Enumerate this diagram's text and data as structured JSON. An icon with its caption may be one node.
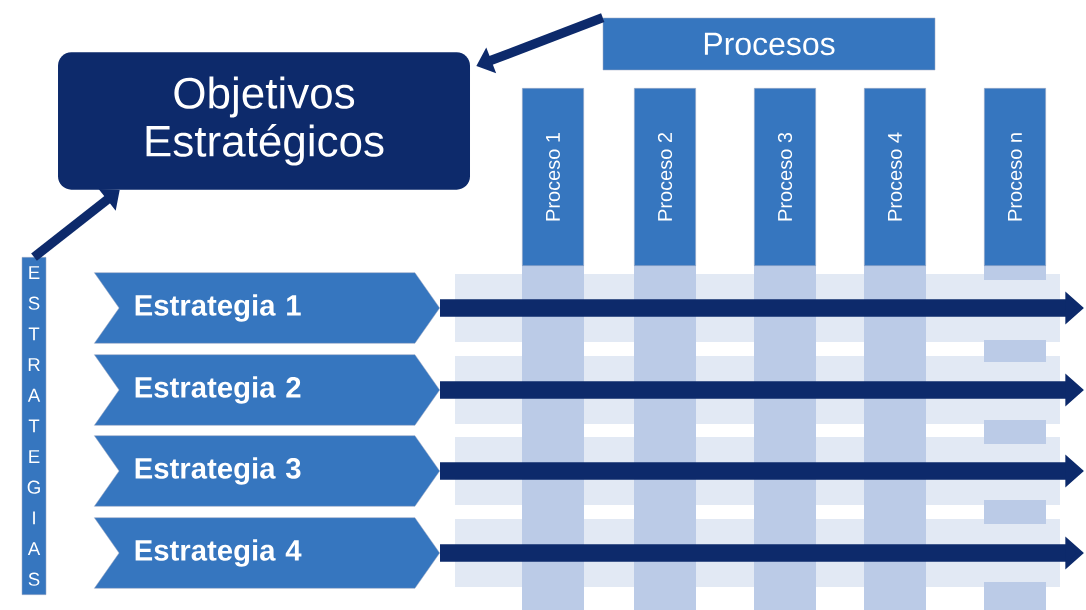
{
  "diagram": {
    "nodes": [
      {
        "text": [
          "Objetivos Estratégicos"
        ]
      },
      {
        "text": [
          "Procesos"
        ]
      },
      {
        "text": [
          "Proceso 1"
        ]
      },
      {
        "text": [
          "Proceso 2"
        ]
      },
      {
        "text": [
          "Proceso 3"
        ]
      },
      {
        "text": [
          "Proceso 4"
        ]
      },
      {
        "text": [
          "Proceso n"
        ]
      },
      {
        "text": [
          "ESTRATEGIAS"
        ]
      },
      {
        "text": [
          "Estrategia 1"
        ]
      },
      {
        "text": [
          "Estrategia 2"
        ]
      },
      {
        "text": [
          "Estrategia 3"
        ]
      },
      {
        "text": [
          "Estrategia 4"
        ]
      }
    ],
    "edges": [
      {
        "from": 1,
        "to": 0,
        "arrow": "to"
      },
      {
        "from": 7,
        "to": 0,
        "arrow": "to"
      },
      {
        "from": 8,
        "to": null,
        "arrow": "to"
      },
      {
        "from": 9,
        "to": null,
        "arrow": "to"
      },
      {
        "from": 10,
        "to": null,
        "arrow": "to"
      },
      {
        "from": 11,
        "to": null,
        "arrow": "to"
      }
    ]
  }
}
